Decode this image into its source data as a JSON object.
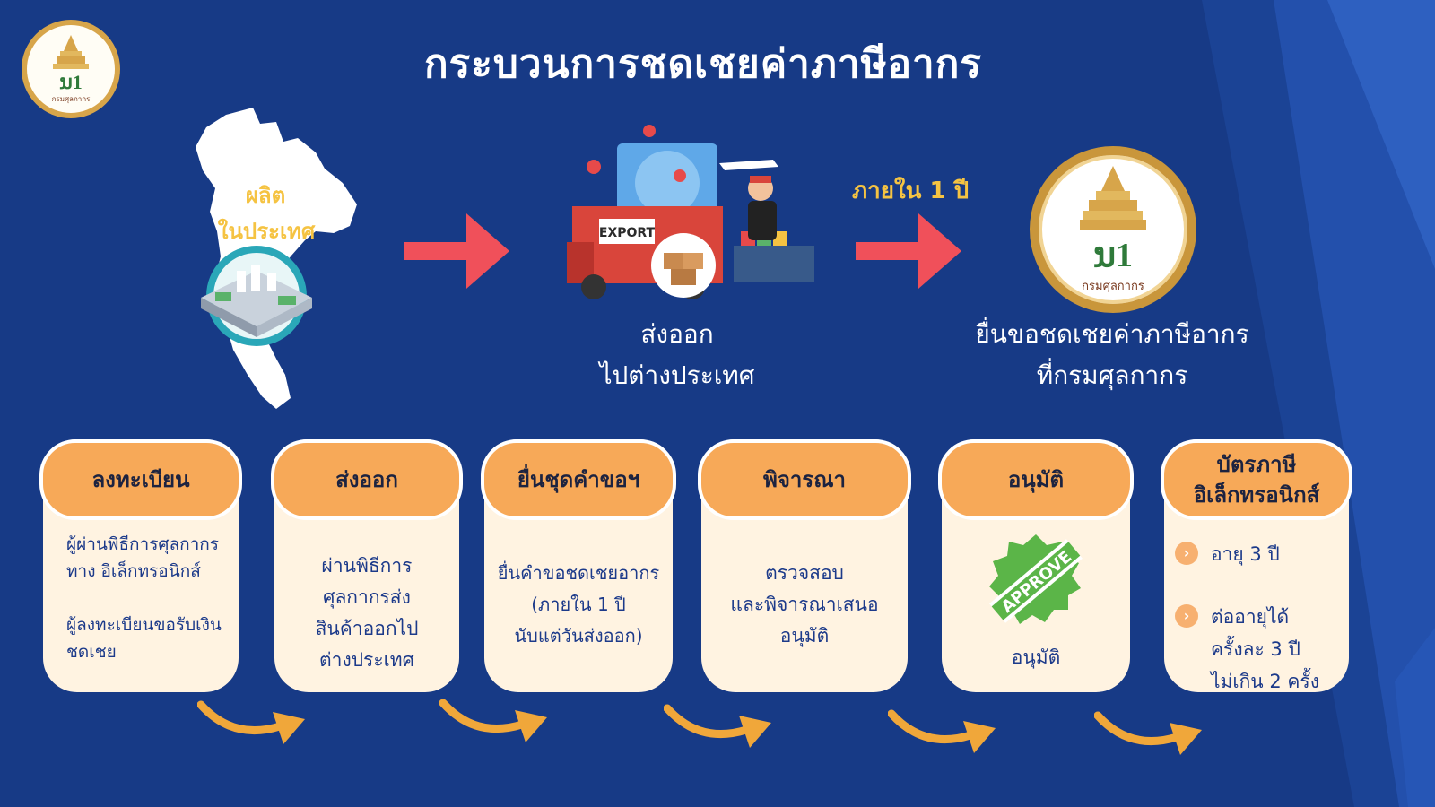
{
  "title": "กระบวนการชดเชยค่าภาษีอากร",
  "logo_text": "กรมศุลกากร",
  "map_label_line1": "ผลิต",
  "map_label_line2": "ในประเทศ",
  "export_sign": "EXPORT",
  "export_caption_line1": "ส่งออก",
  "export_caption_line2": "ไปต่างประเทศ",
  "within_label": "ภายใน 1 ปี",
  "submit_caption_line1": "ยื่นขอชดเชยค่าภาษีอากร",
  "submit_caption_line2": "ที่กรมศุลกากร",
  "steps": [
    {
      "title": "ลงทะเบียน",
      "lines": [
        "ผู้ผ่านพิธีการศุลกากร",
        "ทาง อิเล็กทรอนิกส์",
        "ผู้ลงทะเบียนขอรับเงิน",
        "ชดเชย"
      ]
    },
    {
      "title": "ส่งออก",
      "lines": [
        "ผ่านพิธีการ",
        "ศุลกากรส่ง",
        "สินค้าออกไป",
        "ต่างประเทศ"
      ]
    },
    {
      "title": "ยื่นชุดคำขอฯ",
      "lines": [
        "ยื่นคำขอชดเชยอากร",
        "(ภายใน 1 ปี",
        "นับแต่วันส่งออก)"
      ]
    },
    {
      "title": "พิจารณา",
      "lines": [
        "ตรวจสอบ",
        "และพิจารณาเสนอ",
        "อนุมัติ"
      ]
    },
    {
      "title": "อนุมัติ",
      "stamp": "APPROVE",
      "lines": [
        "อนุมัติ"
      ]
    },
    {
      "title_line1": "บัตรภาษี",
      "title_line2": "อิเล็กทรอนิกส์",
      "bullets": [
        {
          "lines": [
            "อายุ 3 ปี"
          ]
        },
        {
          "lines": [
            "ต่ออายุได้",
            "ครั้งละ 3 ปี",
            "ไม่เกิน 2 ครั้ง"
          ]
        }
      ]
    }
  ],
  "colors": {
    "background": "#173a86",
    "card_head": "#f7a958",
    "card_body": "#fff3e1",
    "accent_yellow": "#f5c342",
    "arrow_red": "#f0505a",
    "curve_arrow": "#f0a73a",
    "stamp_green": "#5bb548"
  }
}
